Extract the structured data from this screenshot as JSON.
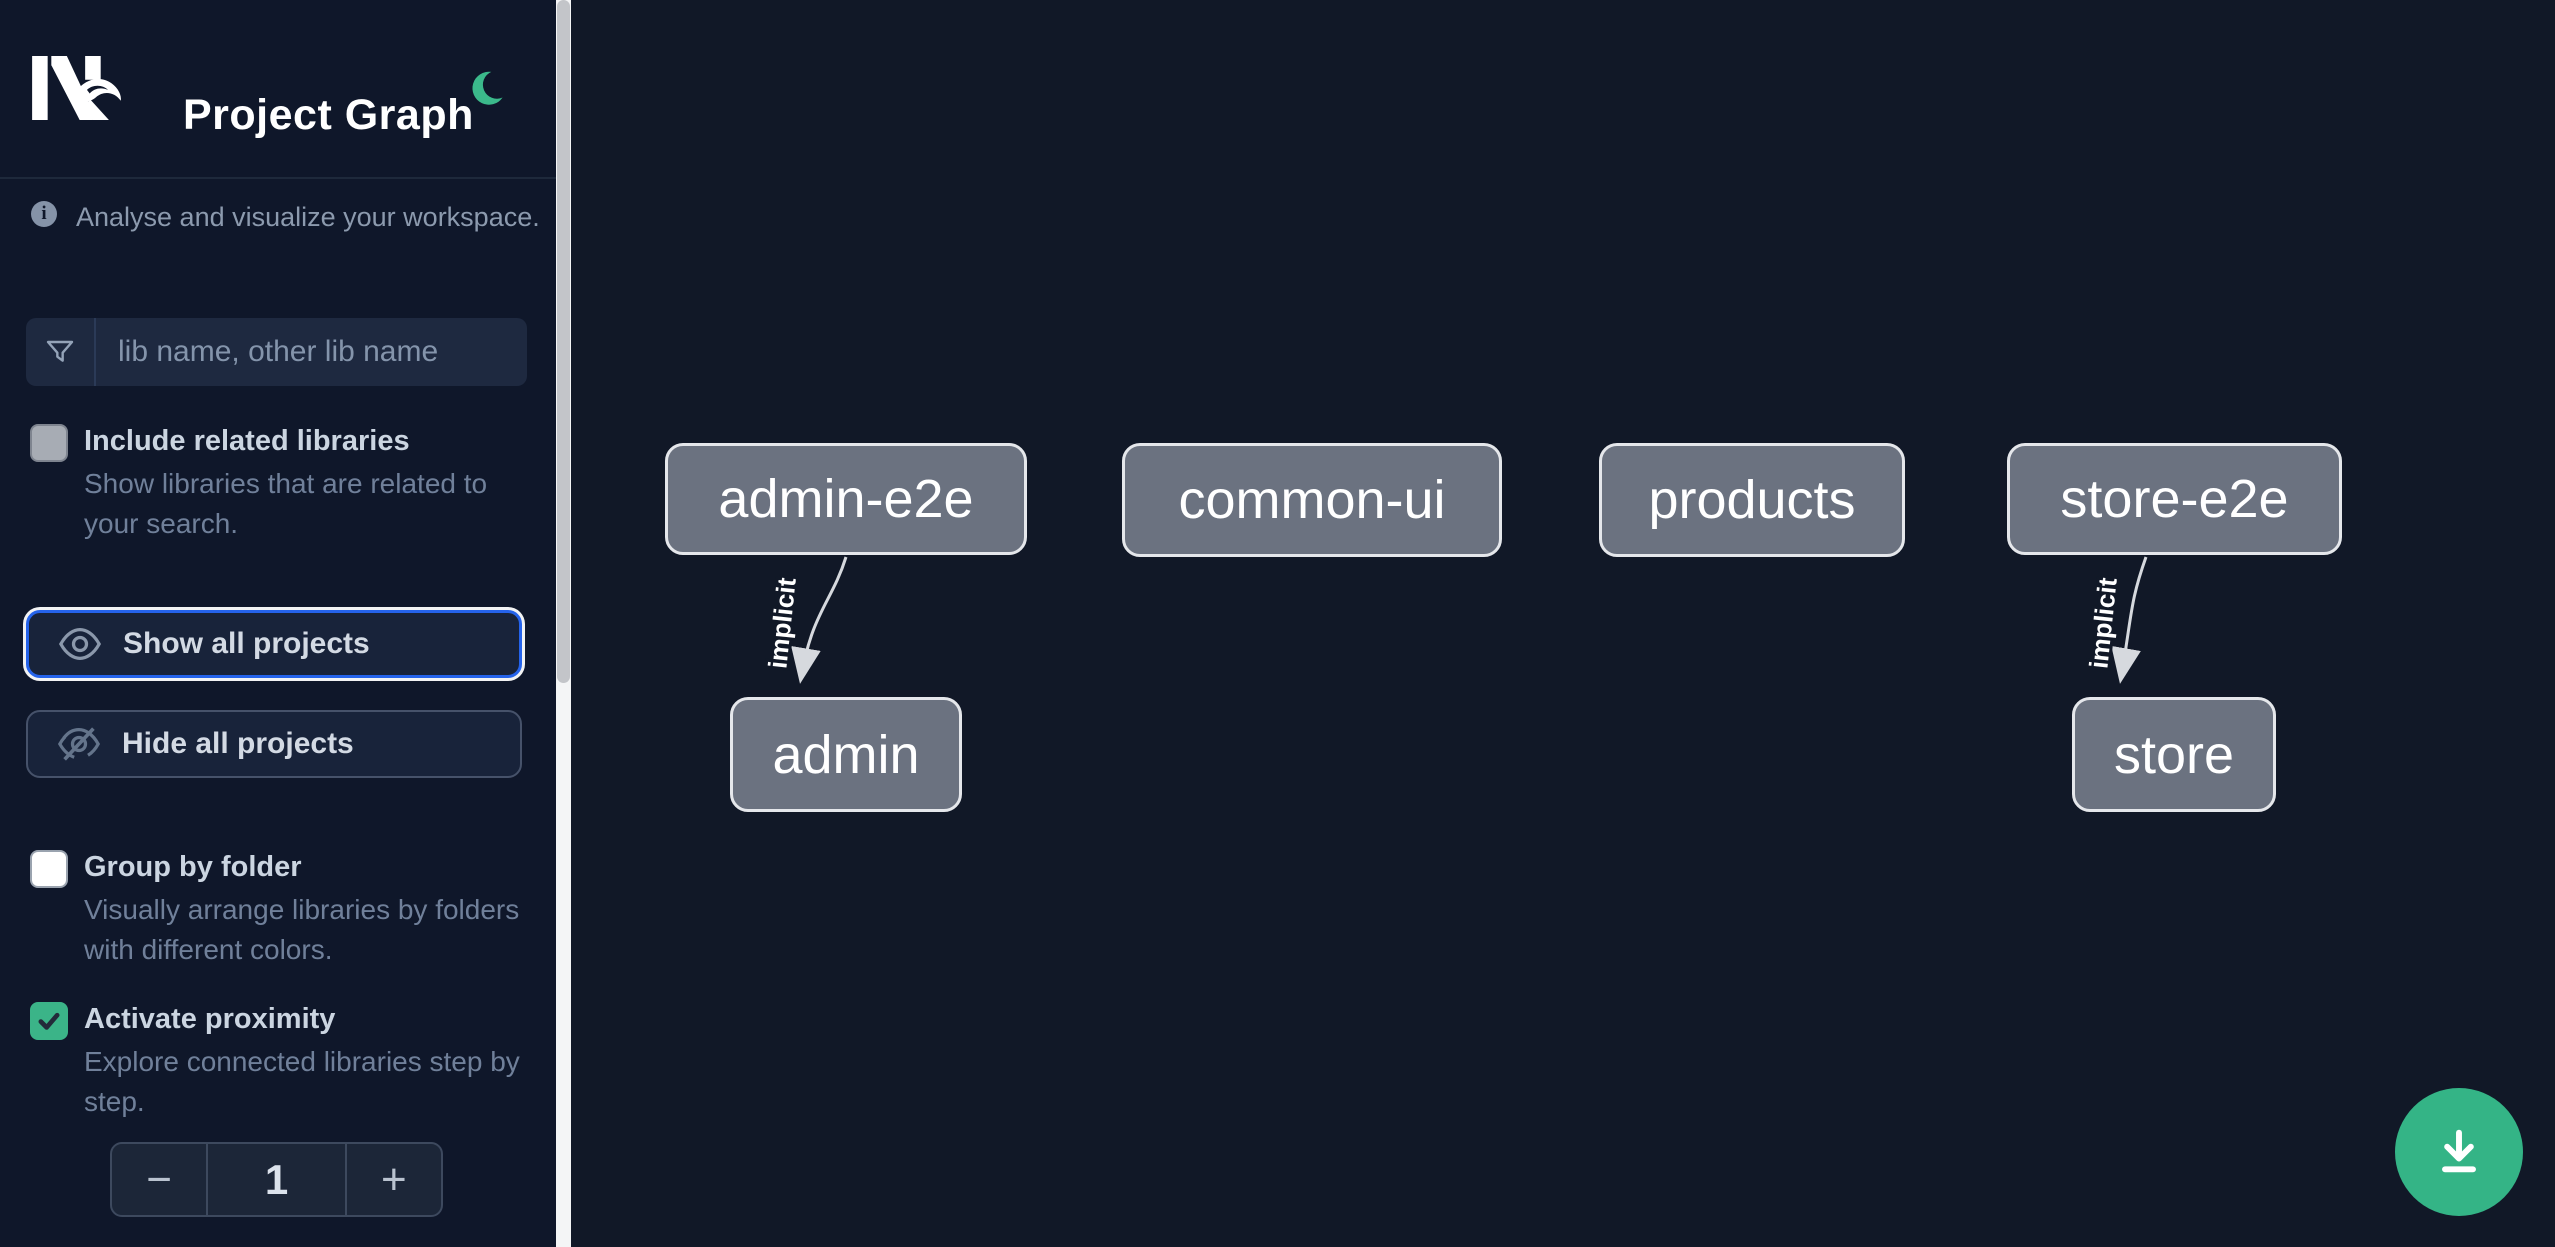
{
  "header": {
    "title": "Project Graph",
    "logo_name": "nx-logo",
    "theme_toggle_icon": "moon-icon"
  },
  "intro": {
    "text": "Analyse and visualize your workspace."
  },
  "filter": {
    "placeholder": "lib name, other lib name",
    "value": "",
    "icon": "funnel-icon"
  },
  "options": [
    {
      "id": "include-related",
      "label": "Include related libraries",
      "description": "Show libraries that are related to your search.",
      "checked": false
    },
    {
      "id": "group-by-folder",
      "label": "Group by folder",
      "description": "Visually arrange libraries by folders with different colors.",
      "checked": false
    },
    {
      "id": "activate-proximity",
      "label": "Activate proximity",
      "description": "Explore connected libraries step by step.",
      "checked": true
    }
  ],
  "buttons": {
    "show_all": "Show all projects",
    "hide_all": "Hide all projects"
  },
  "proximity_stepper": {
    "decrement": "−",
    "value": "1",
    "increment": "+"
  },
  "graph": {
    "nodes": [
      {
        "label": "admin-e2e"
      },
      {
        "label": "common-ui"
      },
      {
        "label": "products"
      },
      {
        "label": "store-e2e"
      },
      {
        "label": "admin"
      },
      {
        "label": "store"
      }
    ],
    "edges": [
      {
        "source": "admin-e2e",
        "target": "admin",
        "label": "implicit"
      },
      {
        "source": "store-e2e",
        "target": "store",
        "label": "implicit"
      }
    ]
  },
  "fab": {
    "icon": "download-icon"
  },
  "colors": {
    "sidebar_bg": "#0f172a",
    "canvas_bg": "#111827",
    "accent_blue": "#2563eb",
    "accent_green": "#34b486",
    "node_fill": "#6b7280",
    "node_border": "#e5e7eb",
    "edge_stroke": "#d6d9de"
  }
}
